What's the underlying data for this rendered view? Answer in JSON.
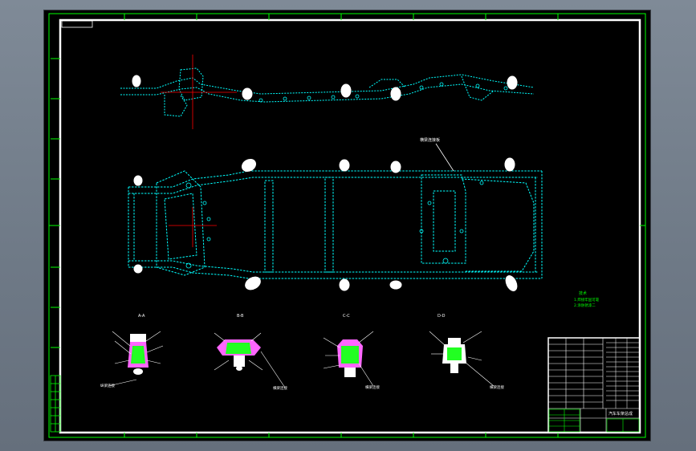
{
  "drawing": {
    "top_title_tag": "",
    "notes_title": "技术",
    "notes_lines": [
      "1.焊接牢固可靠",
      "2.涂防锈漆二"
    ],
    "callout_main": "横梁连接板",
    "section_labels": [
      "A-A",
      "B-B",
      "C-C",
      "D-D"
    ],
    "section_callouts": [
      "纵梁连接",
      "横梁连接",
      "横梁连接",
      "横梁连接"
    ],
    "title_block": {
      "drawing_name": "汽车车架总成",
      "school": ""
    }
  },
  "colors": {
    "background": "#000000",
    "frame_border": "#ffffff",
    "grid_green": "#00ff00",
    "part_cyan": "#00ffff",
    "part_white": "#ffffff",
    "centerline_red": "#ff0000",
    "section_magenta": "#ff66ff",
    "section_green": "#22ff22"
  }
}
